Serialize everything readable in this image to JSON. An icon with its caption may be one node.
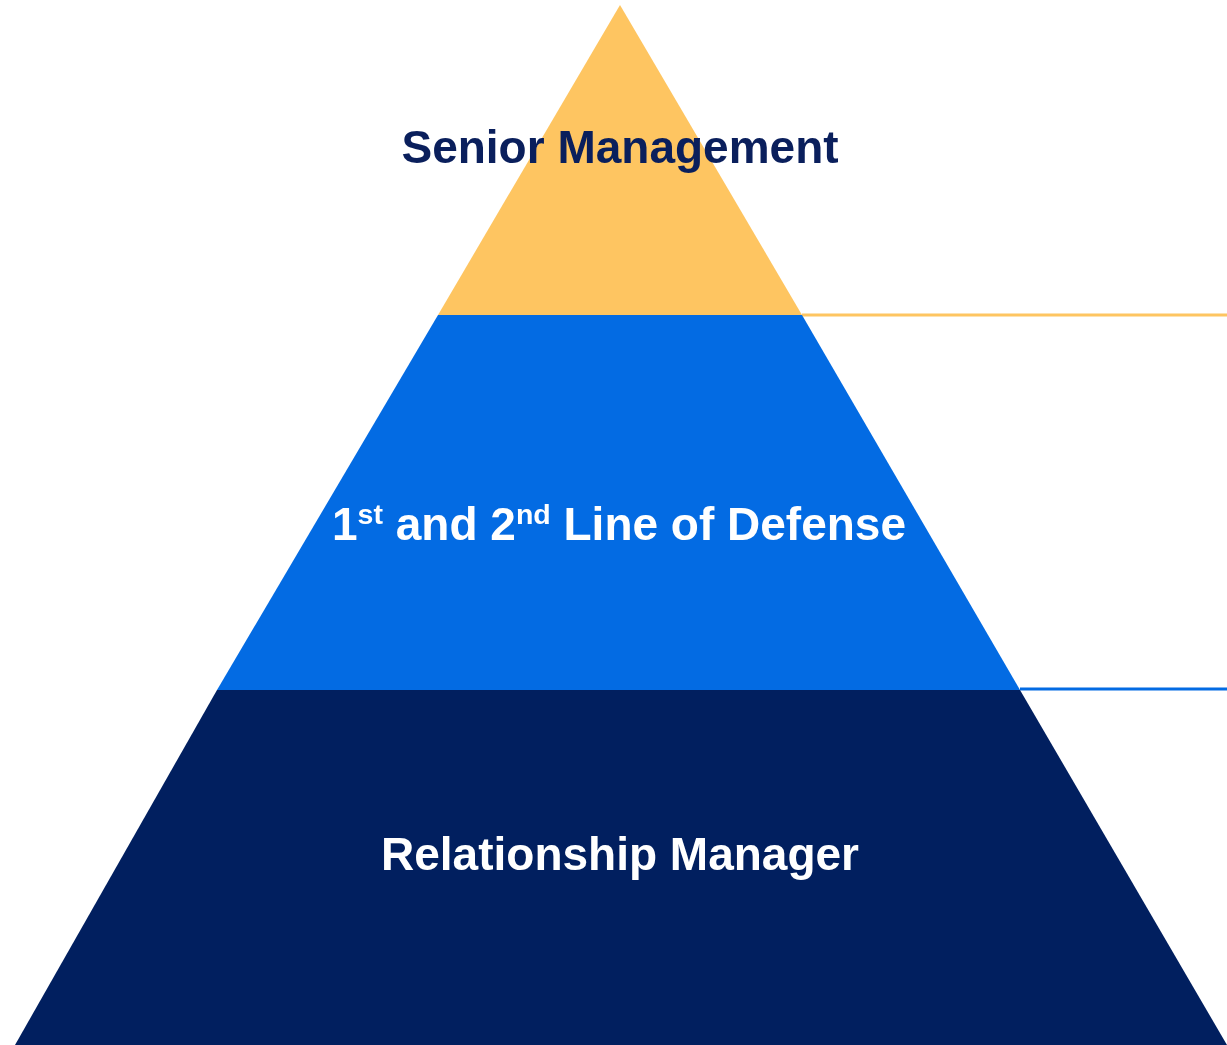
{
  "diagram": {
    "nodes": [
      {
        "text": [
          "Senior Management"
        ]
      },
      {
        "text": [
          "1$^{st}$ and 2$^{nd}$ Line of Defense"
        ]
      },
      {
        "text": [
          "Relationship Manager"
        ]
      }
    ]
  }
}
